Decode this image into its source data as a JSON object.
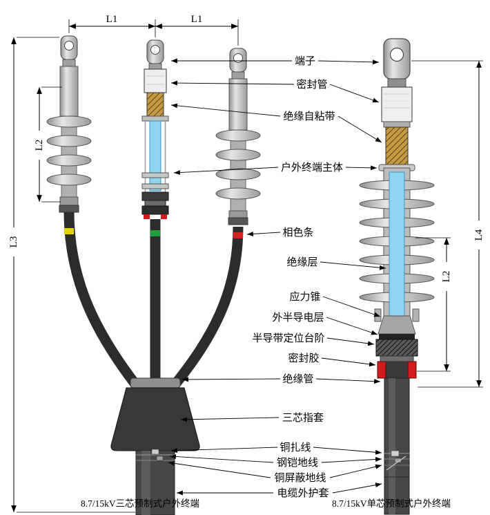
{
  "diagram": {
    "caption_left": "8.7/15kV三芯预制式户外终端",
    "caption_right": "8.7/15kV单芯预制式户外终端",
    "part_labels": {
      "terminal": "端子",
      "sealing_tube": "密封管",
      "self_adhesive_insulating_tape": "绝缘自粘带",
      "outdoor_termination_body": "户外终端主体",
      "phase_color_strip": "相色条",
      "insulation_layer": "绝缘层",
      "stress_cone": "应力锥",
      "outer_semiconductive_layer": "外半导电层",
      "semiconductive_tape_step": "半导带定位台阶",
      "sealant": "密封胶",
      "insulation_tube": "绝缘管",
      "three_core_glove": "三芯指套",
      "copper_binding_wire": "铜扎线",
      "steel_armor_ground_wire": "钢铠地线",
      "copper_shield_ground_wire": "铜屏蔽地线",
      "cable_outer_sheath": "电缆外护套"
    },
    "dimension_labels": {
      "l1": "L1",
      "l2": "L2",
      "l3": "L3",
      "l4": "L4"
    },
    "colors": {
      "insulation_blue": "#8fd4ef",
      "tape_gold": "#c49a45",
      "seal_red": "#cf1d1d",
      "phase_yellow": "#e6d400",
      "phase_green": "#1fa03c",
      "phase_red": "#d42222",
      "body_gray": "#c2c2c2",
      "cable_dark": "#303030"
    }
  }
}
